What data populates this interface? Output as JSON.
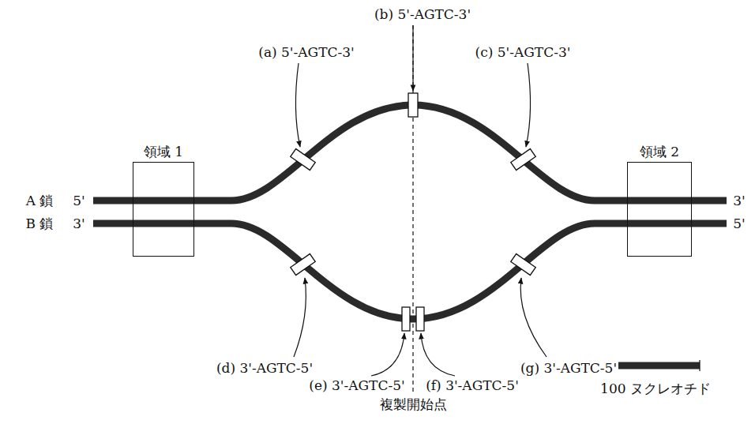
{
  "diagram": {
    "nodes": [
      {
        "text": [
          "領域 1"
        ]
      },
      {
        "text": [
          "領域 2"
        ]
      }
    ],
    "labels": [
      "(a) 5'-AGTC-3'",
      "(b) 5'-AGTC-3'",
      "(c) 5'-AGTC-3'",
      "(d) 3'-AGTC-5'",
      "(e) 3'-AGTC-5'",
      "(f) 3'-AGTC-5'",
      "(g) 3'-AGTC-5'",
      "A 鎖",
      "5'",
      "3'",
      "B 鎖",
      "3'",
      "5'",
      "複製開始点",
      "100 ヌクレオチド"
    ]
  }
}
